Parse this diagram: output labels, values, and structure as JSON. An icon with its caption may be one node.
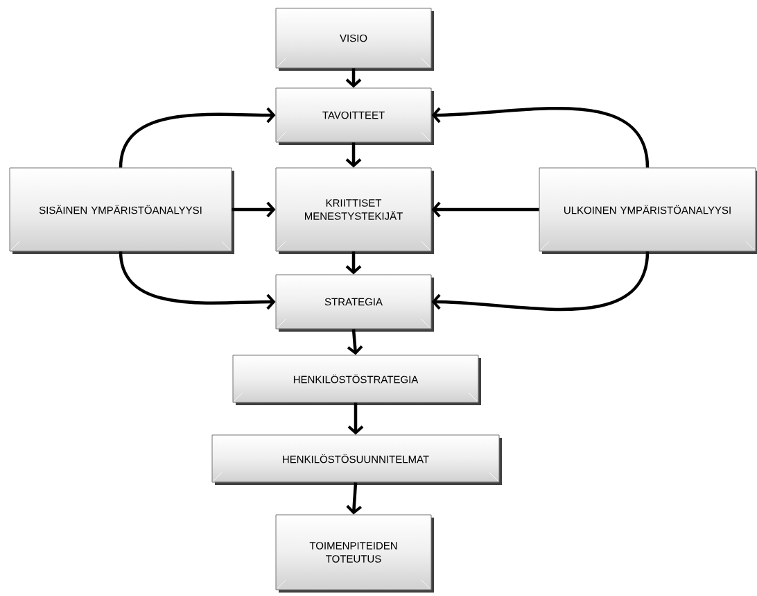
{
  "diagram": {
    "nodes": [
      {
        "text": [
          "VISIO"
        ]
      },
      {
        "text": [
          "TAVOITTEET"
        ]
      },
      {
        "text": [
          "SISÄINEN YMPÄRISTÖANALYYSI"
        ]
      },
      {
        "text": [
          "KRIITTISET MENESTYSTEKIJÄT"
        ]
      },
      {
        "text": [
          "ULKOINEN YMPÄRISTÖANALYYSI"
        ]
      },
      {
        "text": [
          "STRATEGIA"
        ]
      },
      {
        "text": [
          "HENKILÖSTÖSTRATEGIA"
        ]
      },
      {
        "text": [
          "HENKILÖSTÖSUUNNITELMAT"
        ]
      },
      {
        "text": [
          "TOIMENPITEIDEN TOTEUTUS"
        ]
      }
    ],
    "edges": [
      {
        "from": 0,
        "to": 1,
        "arrow": "to"
      },
      {
        "from": 2,
        "to": 1,
        "arrow": "to"
      },
      {
        "from": 4,
        "to": 1,
        "arrow": "to"
      },
      {
        "from": 1,
        "to": 3,
        "arrow": "to"
      },
      {
        "from": 2,
        "to": 3,
        "arrow": "to"
      },
      {
        "from": 4,
        "to": 3,
        "arrow": "to"
      },
      {
        "from": 2,
        "to": 5,
        "arrow": "to"
      },
      {
        "from": 4,
        "to": 5,
        "arrow": "to"
      },
      {
        "from": 3,
        "to": 5,
        "arrow": "to"
      },
      {
        "from": 5,
        "to": 6,
        "arrow": "to"
      },
      {
        "from": 6,
        "to": 7,
        "arrow": "to"
      },
      {
        "from": 7,
        "to": 8,
        "arrow": "to"
      }
    ]
  }
}
